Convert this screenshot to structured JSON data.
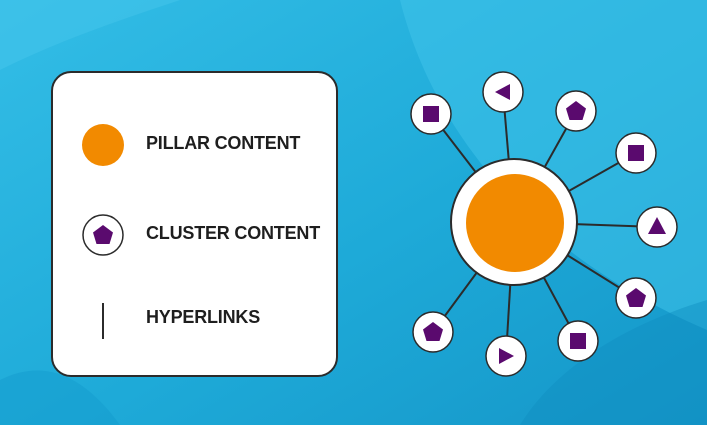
{
  "legend": {
    "items": [
      {
        "label": "PILLAR CONTENT",
        "symbol": "orange-circle"
      },
      {
        "label": "CLUSTER CONTENT",
        "symbol": "pentagon-node"
      },
      {
        "label": "HYPERLINKS",
        "symbol": "line"
      }
    ]
  },
  "colors": {
    "background": "#1fa9d6",
    "pillar": "#f28a00",
    "cluster_shape": "#5a0a6e",
    "node_fill": "#ffffff",
    "outline": "#2b2b2b"
  },
  "diagram": {
    "pillar_label": "",
    "cluster_nodes": [
      {
        "shape": "square-icon"
      },
      {
        "shape": "triangle-left-icon"
      },
      {
        "shape": "pentagon-icon"
      },
      {
        "shape": "square-icon"
      },
      {
        "shape": "triangle-up-icon"
      },
      {
        "shape": "pentagon-icon"
      },
      {
        "shape": "square-icon"
      },
      {
        "shape": "triangle-right-icon"
      },
      {
        "shape": "pentagon-icon"
      }
    ]
  }
}
